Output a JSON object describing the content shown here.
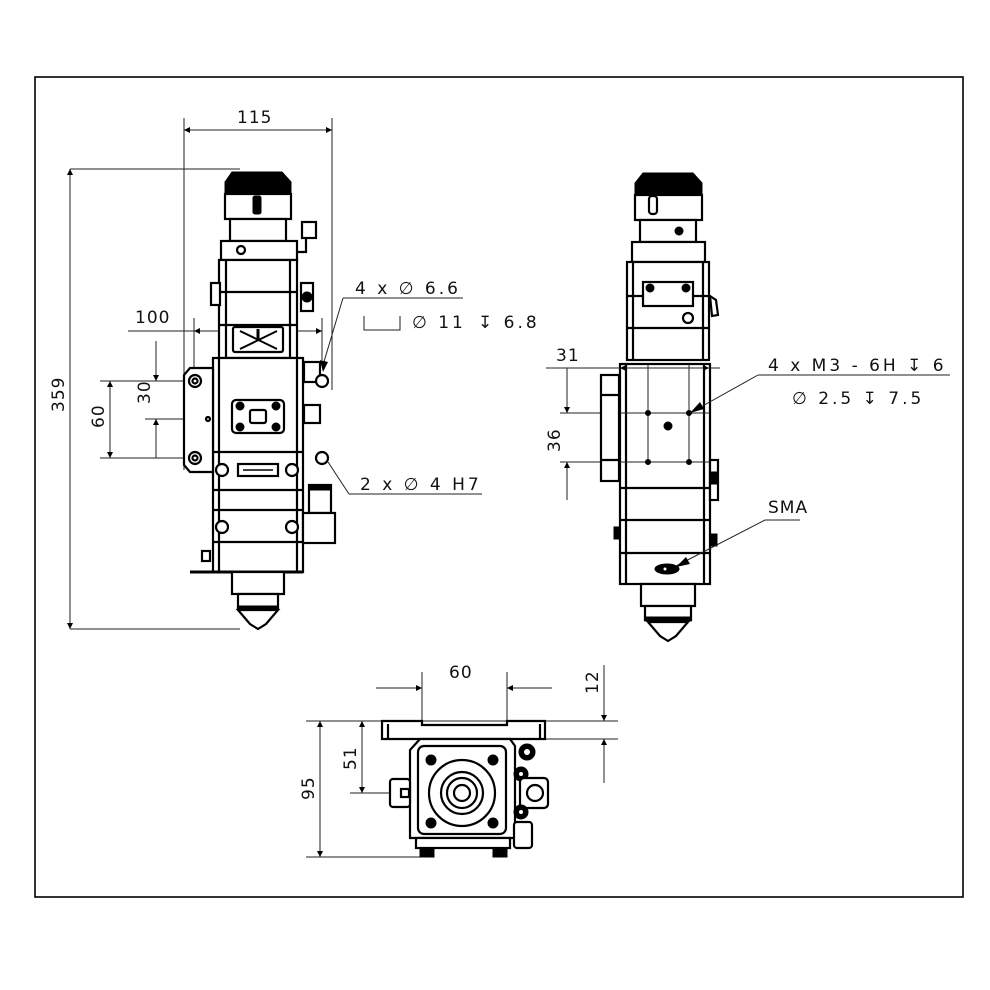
{
  "drawing": {
    "title": "Laser cutting head dimension drawing",
    "border_color": "#000000",
    "line_color": "#000000",
    "background": "#ffffff"
  },
  "front_view": {
    "dimensions": {
      "overall_width": "115",
      "mount_width": "100",
      "overall_height": "359",
      "hole_spacing": "60",
      "hole_offset": "30"
    },
    "annotations": {
      "counterbore_holes_line1": "4 x ∅ 6.6",
      "counterbore_holes_line2_diameter": "∅ 11",
      "counterbore_holes_line2_depth": "↧ 6.8",
      "dowel_holes": "2 x ∅ 4 H7"
    }
  },
  "side_view": {
    "dimensions": {
      "top_offset": "31",
      "hole_spacing": "36"
    },
    "annotations": {
      "threaded_holes_line1": "4 x M3 - 6H ↧ 6",
      "threaded_holes_line2": "∅ 2.5 ↧ 7.5",
      "connector": "SMA"
    }
  },
  "bottom_view": {
    "dimensions": {
      "plate_width": "60",
      "plate_thickness": "12",
      "center_offset": "51",
      "overall_depth": "95"
    }
  }
}
